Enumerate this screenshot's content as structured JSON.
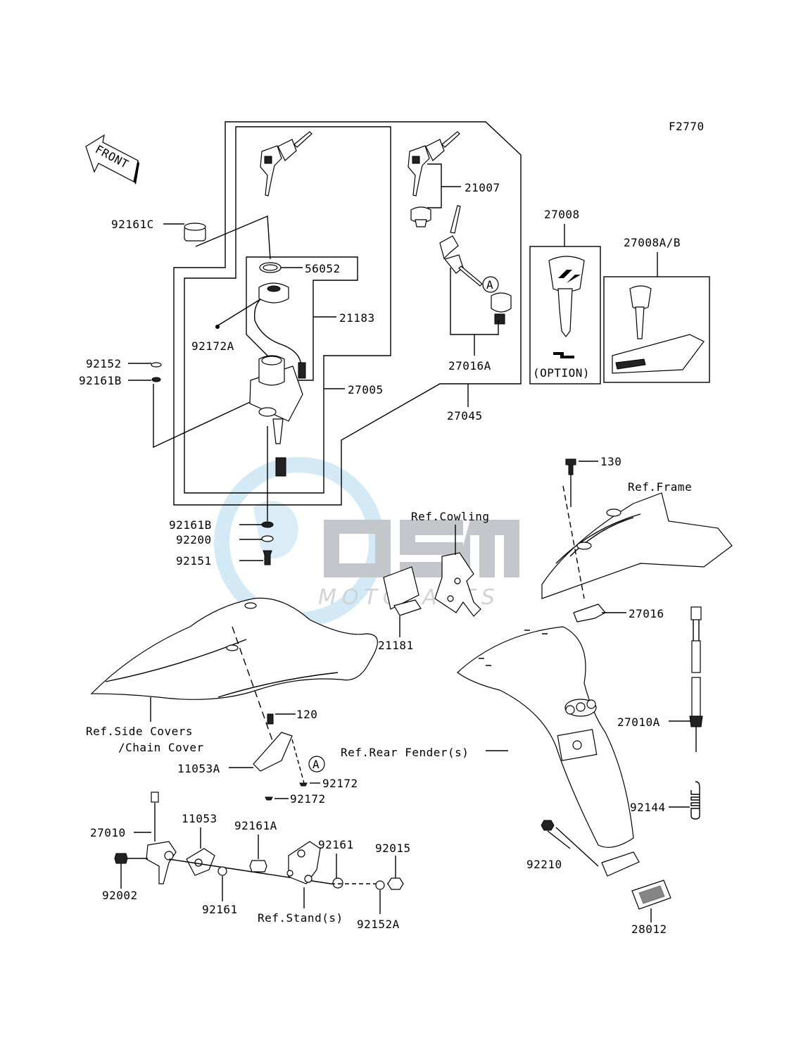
{
  "figure_code": "F2770",
  "front_arrow": "FRONT",
  "watermark": {
    "logo": "OSM",
    "tagline": "MOTOPARTS"
  },
  "callout_marker": "A",
  "labels": {
    "p21007": "21007",
    "p92161C": "92161C",
    "p56052": "56052",
    "p21183": "21183",
    "p92172A": "92172A",
    "p92152": "92152",
    "p92161B_top": "92161B",
    "p27005": "27005",
    "p27016A": "27016A",
    "p27045": "27045",
    "p27008": "27008",
    "p27008AB": "27008A/B",
    "option": "(OPTION)",
    "p130": "130",
    "ref_frame": "Ref.Frame",
    "ref_cowling": "Ref.Cowling",
    "p92161B_mid": "92161B",
    "p92200": "92200",
    "p92151": "92151",
    "p21181": "21181",
    "p27016": "27016",
    "p120": "120",
    "ref_side_covers_1": "Ref.Side Covers",
    "ref_side_covers_2": "/Chain Cover",
    "ref_rear_fender": "Ref.Rear Fender(s)",
    "p27010A": "27010A",
    "p11053A": "11053A",
    "p92172_a": "92172",
    "p92172_b": "92172",
    "p92144": "92144",
    "p27010": "27010",
    "p11053": "11053",
    "p92161A": "92161A",
    "p92161_right": "92161",
    "p92015": "92015",
    "p92210": "92210",
    "p92002": "92002",
    "p92161_left": "92161",
    "ref_stand": "Ref.Stand(s)",
    "p92152A": "92152A",
    "p28012": "28012"
  }
}
